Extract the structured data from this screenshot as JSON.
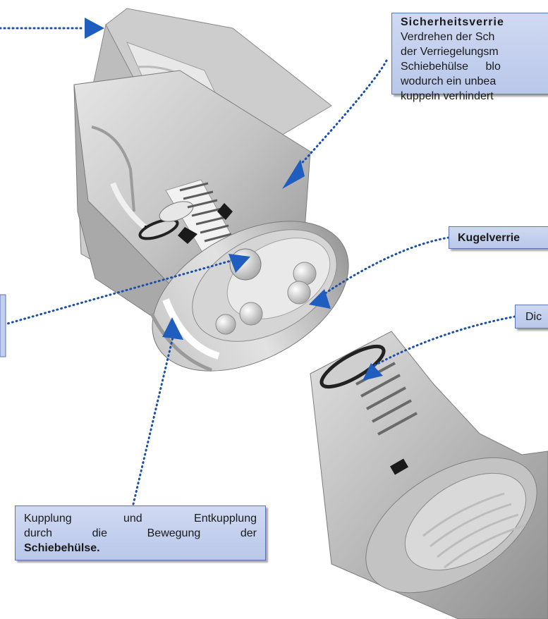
{
  "callouts": {
    "safety_lock": {
      "heading": "Sicherheitsverrie",
      "lines": [
        "Verdrehen der Sch",
        "der Verriegelungsm",
        "Schiebehülse blo",
        "wodurch ein unbea",
        "kuppeln verhindert"
      ]
    },
    "ball_lock": {
      "label": "Kugelverrie"
    },
    "seal": {
      "label": "Dic"
    },
    "coupling": {
      "line1": "Kupplung und Entkupplung",
      "line2": "durch die Bewegung der",
      "line3_bold": "Schiebehülse."
    }
  },
  "colors": {
    "callout_fill": "#c3cfee",
    "callout_border": "#5d74b2",
    "leader_line": "#1b4fa8",
    "arrow_head": "#1f5dbe",
    "metal_light": "#dedede",
    "metal_mid": "#b4b4b4",
    "metal_dark": "#8a8a8a"
  }
}
